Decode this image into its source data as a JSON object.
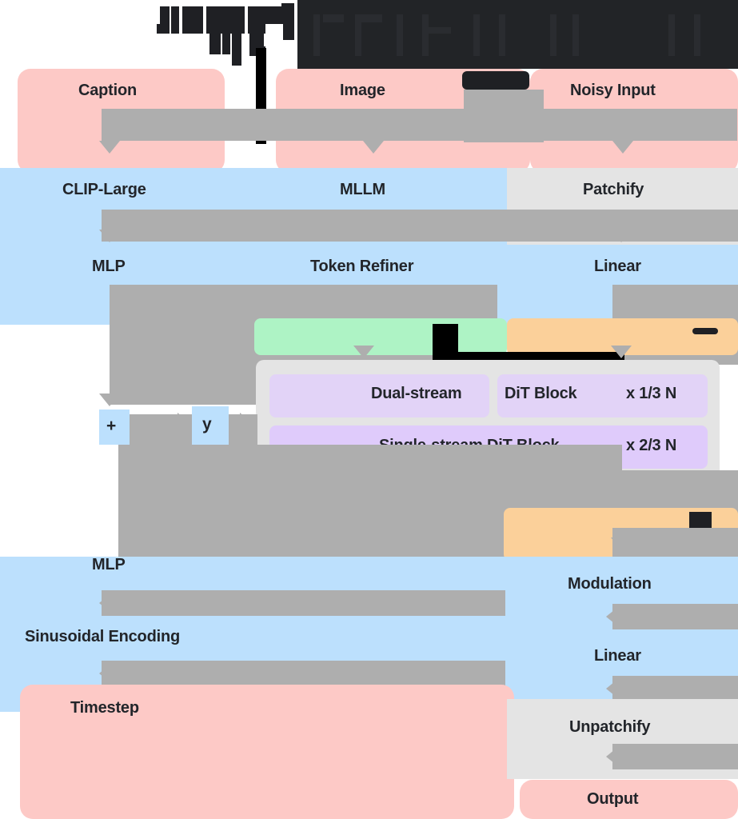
{
  "diagram": {
    "title_region_note": "overlapping-dark-title-glyphs",
    "colors": {
      "input_pink": "#fdc9c6",
      "module_blue": "#bce0fd",
      "patch_gray": "#e4e4e4",
      "green_band": "#aef3c5",
      "orange_band": "#fbd09a",
      "dual_stream_purple": "#e2d3f7",
      "single_stream_purple": "#dfcbfb",
      "arrow_gray": "#aeaeae",
      "text_dark": "#22252a"
    },
    "inputs": [
      {
        "name": "caption",
        "label": "Caption"
      },
      {
        "name": "image",
        "label": "Image"
      },
      {
        "name": "noisy-input",
        "label": "Noisy Input"
      }
    ],
    "encoders": [
      {
        "name": "clip-large",
        "label": "CLIP-Large"
      },
      {
        "name": "mllm",
        "label": "MLLM"
      },
      {
        "name": "patchify",
        "label": "Patchify"
      }
    ],
    "second_row": [
      {
        "name": "mlp-text",
        "label": "MLP"
      },
      {
        "name": "token-refiner",
        "label": "Token Refiner"
      },
      {
        "name": "linear-in",
        "label": "Linear"
      }
    ],
    "merge": {
      "plus": "+",
      "y": "y"
    },
    "dit": {
      "dual_stream": "Dual-stream",
      "dit_block": "DiT Block",
      "dual_count": "x 1/3 N",
      "single_stream": "Single-stream DiT Block",
      "single_count": "x 2/3 N"
    },
    "timestep_branch": [
      {
        "name": "mlp-time",
        "label": "MLP"
      },
      {
        "name": "sinusoidal-encoding",
        "label": "Sinusoidal Encoding"
      },
      {
        "name": "timestep",
        "label": "Timestep"
      }
    ],
    "output_branch": [
      {
        "name": "modulation",
        "label": "Modulation"
      },
      {
        "name": "linear-out",
        "label": "Linear"
      },
      {
        "name": "unpatchify",
        "label": "Unpatchify"
      },
      {
        "name": "output",
        "label": "Output"
      }
    ]
  }
}
